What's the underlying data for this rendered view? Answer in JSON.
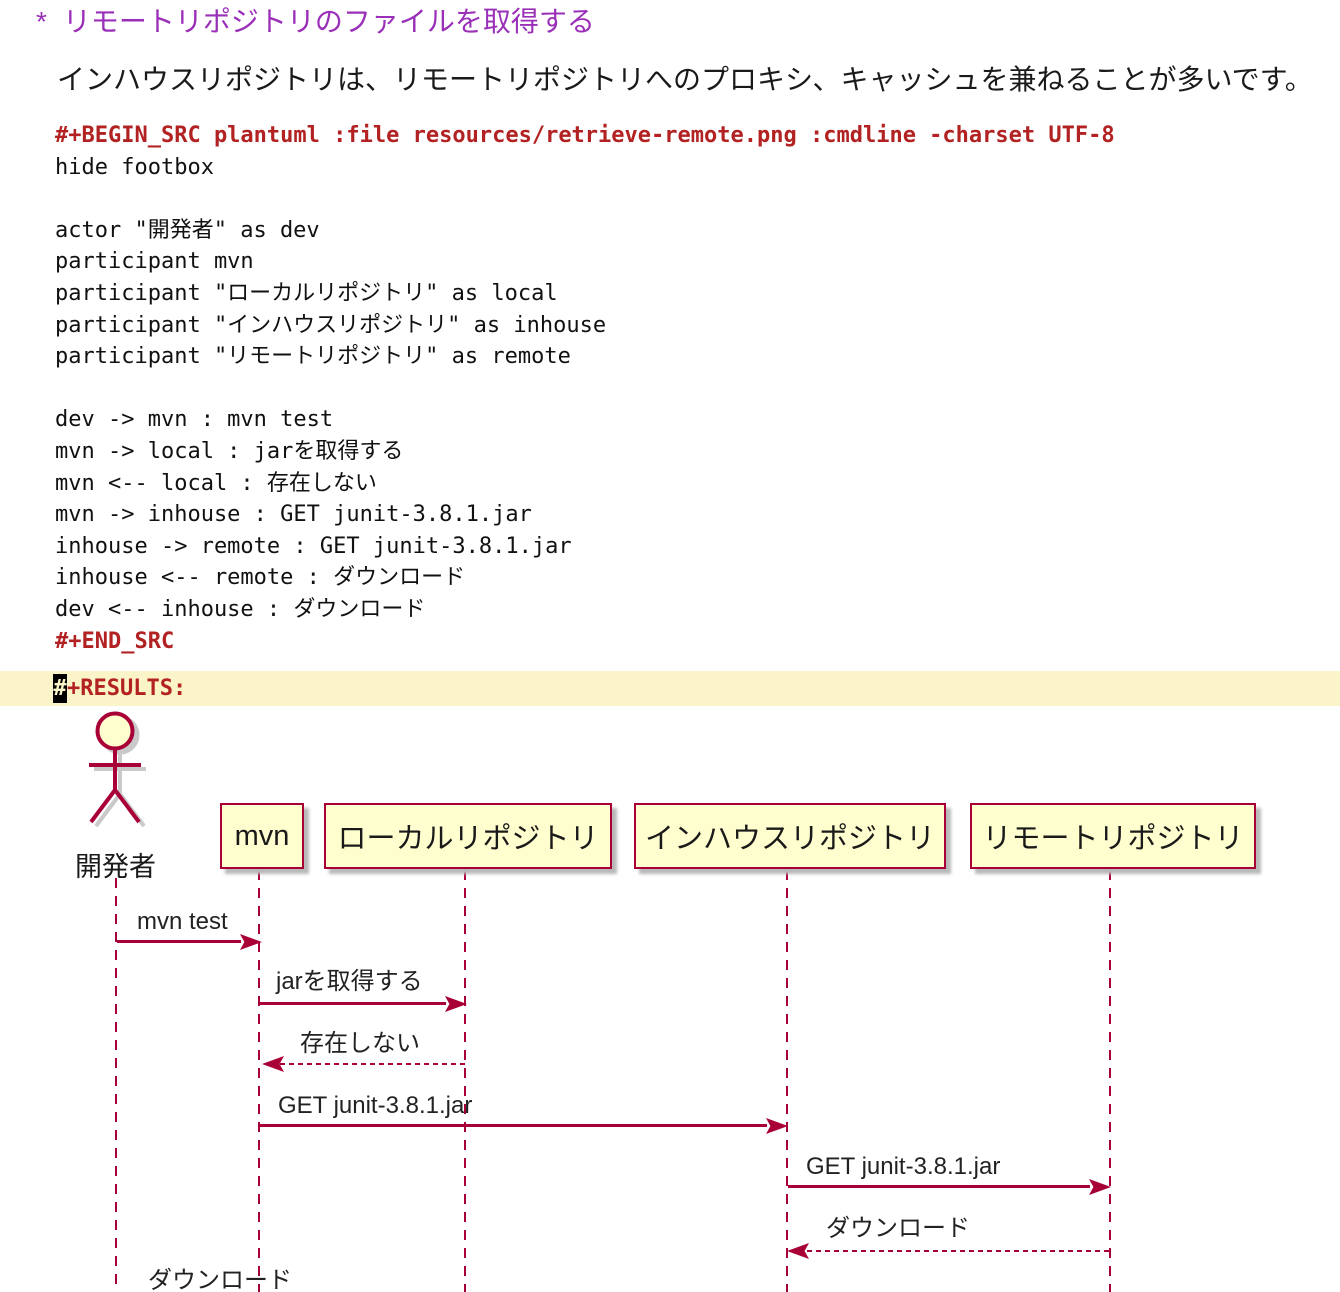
{
  "colors": {
    "heading_purple": "#9A2FB8",
    "org_keyword_red": "#B22222",
    "results_highlight": "#FBF4C8",
    "diagram_stroke": "#A80036",
    "diagram_fill": "#FEFECE"
  },
  "org": {
    "heading": {
      "bullet": "*",
      "text": "リモートリポジトリのファイルを取得する"
    },
    "paragraph": "インハウスリポジトリは、リモートリポジトリへのプロキシ、キャッシュを兼ねることが多いです。",
    "src_block": {
      "begin": "#+BEGIN_SRC plantuml :file resources/retrieve-remote.png :cmdline -charset UTF-8",
      "code_lines": [
        "hide footbox",
        "",
        "actor \"開発者\" as dev",
        "participant mvn",
        "participant \"ローカルリポジトリ\" as local",
        "participant \"インハウスリポジトリ\" as inhouse",
        "participant \"リモートリポジトリ\" as remote",
        "",
        "dev -> mvn : mvn test",
        "mvn -> local : jarを取得する",
        "mvn <-- local : 存在しない",
        "mvn -> inhouse : GET junit-3.8.1.jar",
        "inhouse -> remote : GET junit-3.8.1.jar",
        "inhouse <-- remote : ダウンロード",
        "dev <-- inhouse : ダウンロード"
      ],
      "end": "#+END_SRC"
    },
    "results": {
      "cursor_char": "#",
      "rest": "+RESULTS:"
    }
  },
  "diagram": {
    "actor": {
      "label": "開発者"
    },
    "participants": [
      {
        "label": "mvn"
      },
      {
        "label": "ローカルリポジトリ"
      },
      {
        "label": "インハウスリポジトリ"
      },
      {
        "label": "リモートリポジトリ"
      }
    ],
    "messages": [
      {
        "from": "dev",
        "to": "mvn",
        "label": "mvn test",
        "line": "solid"
      },
      {
        "from": "mvn",
        "to": "local",
        "label": "jarを取得する",
        "line": "solid"
      },
      {
        "from": "local",
        "to": "mvn",
        "label": "存在しない",
        "line": "dashed"
      },
      {
        "from": "mvn",
        "to": "inhouse",
        "label": "GET junit-3.8.1.jar",
        "line": "solid"
      },
      {
        "from": "inhouse",
        "to": "remote",
        "label": "GET junit-3.8.1.jar",
        "line": "solid"
      },
      {
        "from": "remote",
        "to": "inhouse",
        "label": "ダウンロード",
        "line": "dashed"
      },
      {
        "from": "inhouse",
        "to": "dev",
        "label": "ダウンロード",
        "line": "dashed"
      }
    ]
  }
}
